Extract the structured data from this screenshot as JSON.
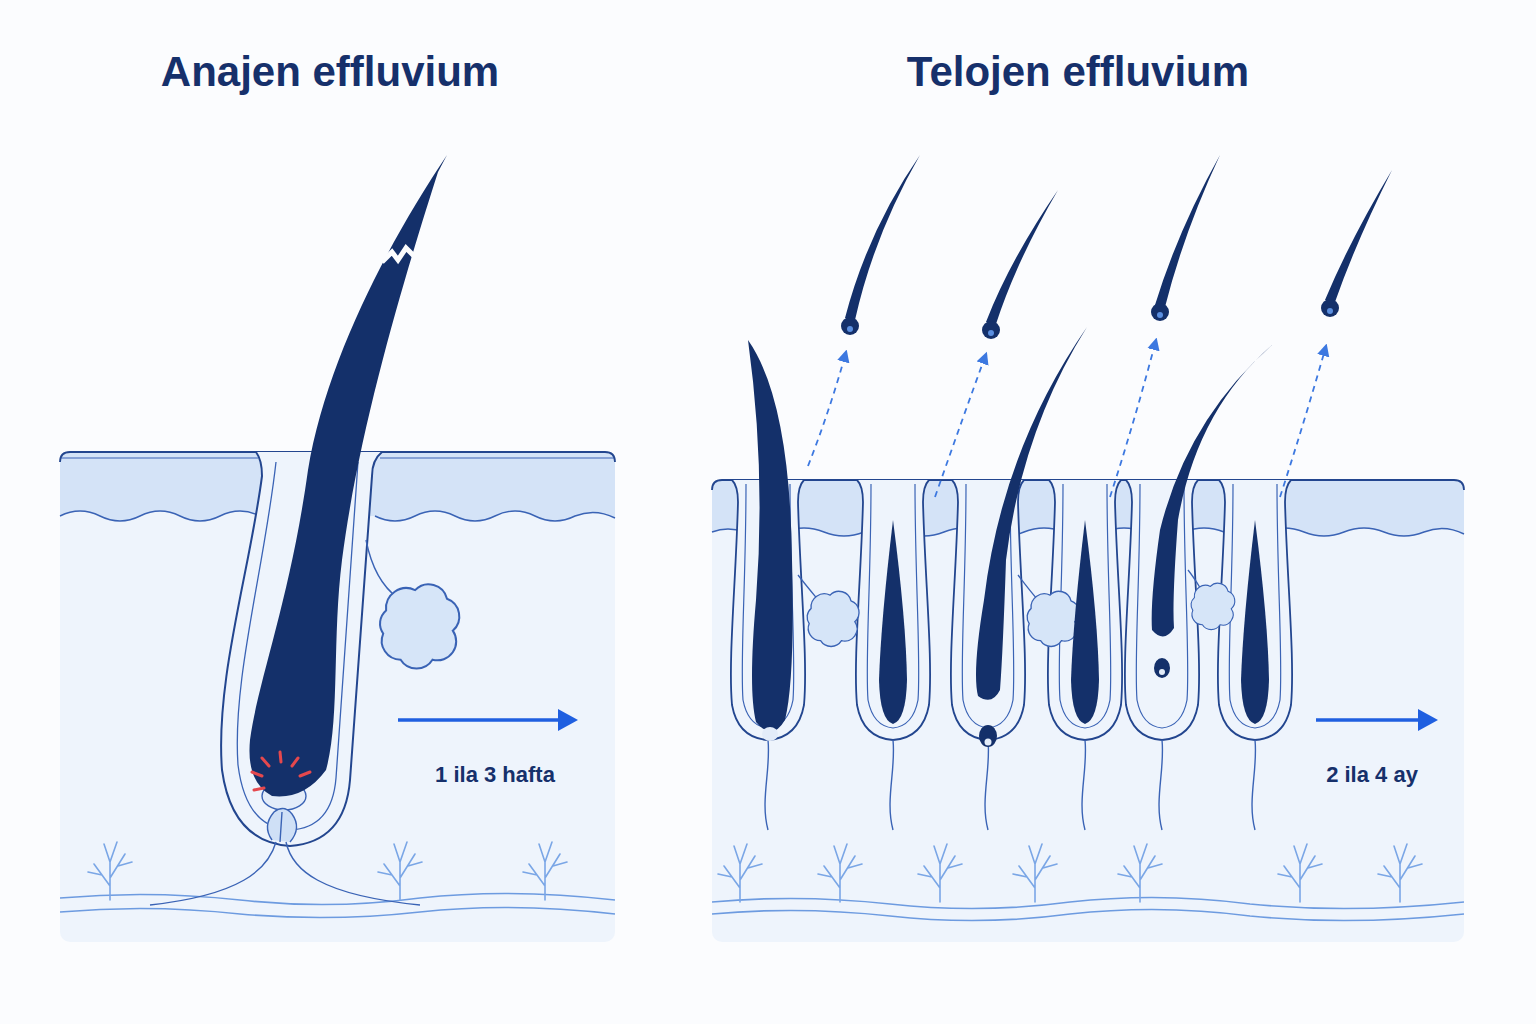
{
  "diagram": {
    "nodes": [
      {
        "text": [
          "Anajen effluvium",
          "1 ila 3 hafta"
        ]
      },
      {
        "text": [
          "Telojen effluvium",
          "2 ila 4 ay"
        ]
      }
    ]
  }
}
